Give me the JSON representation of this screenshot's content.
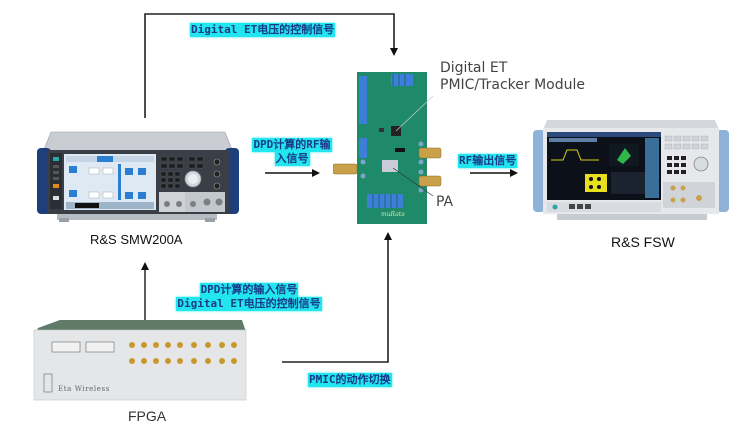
{
  "diagram": {
    "devices": {
      "signal_generator": {
        "label": "R&S SMW200A"
      },
      "analyzer": {
        "label": "R&S FSW"
      },
      "fpga": {
        "label": "FPGA",
        "brand": "Eta Wireless"
      },
      "module": {
        "label_line1": "Digital ET",
        "label_line2": "PMIC/Tracker Module",
        "pa_label": "PA"
      }
    },
    "signals": {
      "top_control": "Digital ET电压的控制信号",
      "dpd_rf_input_line1": "DPD计算的RF输",
      "dpd_rf_input_line2": "入信号",
      "rf_output": "RF输出信号",
      "fpga_to_smw_line1": "DPD计算的输入信号",
      "fpga_to_smw_line2": "Digital ET电压的控制信号",
      "pmic_switch": "PMIC的动作切换"
    },
    "colors": {
      "highlight": "#22e6ee",
      "label_text": "#1a3a8a",
      "pcb_green": "#1f8a6a",
      "line": "#222222"
    }
  }
}
